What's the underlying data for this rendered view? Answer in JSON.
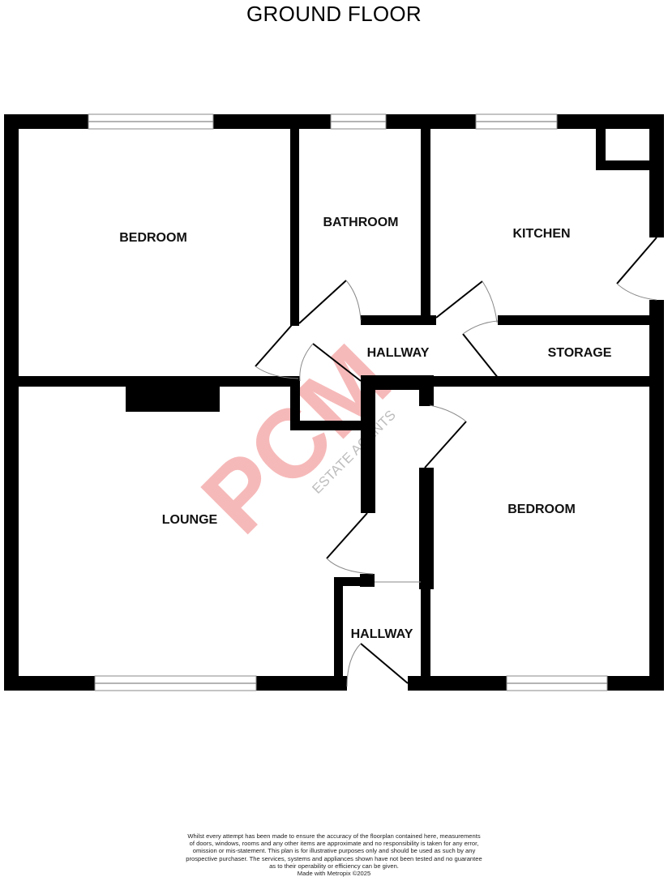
{
  "header": {
    "title": "GROUND FLOOR"
  },
  "rooms": {
    "bedroom_1": "BEDROOM",
    "bathroom": "BATHROOM",
    "kitchen": "KITCHEN",
    "hallway_main": "HALLWAY",
    "storage": "STORAGE",
    "lounge": "LOUNGE",
    "bedroom_2": "BEDROOM",
    "hallway_entrance": "HALLWAY"
  },
  "watermark": {
    "brand": "PCM",
    "tagline": "ESTATE AGENTS",
    "color": "#f08080"
  },
  "colors": {
    "wall": "#000000",
    "window_line": "#888888",
    "background": "#ffffff"
  },
  "footer": {
    "disclaimer_lines": [
      "Whilst every attempt has been made to ensure the accuracy of the floorplan contained here, measurements",
      "of doors, windows, rooms and any other items are approximate and no responsibility is taken for any error,",
      "omission or mis-statement. This plan is for illustrative purposes only and should be used as such by any",
      "prospective purchaser. The services, systems and appliances shown have not been tested and no guarantee",
      "as to their operability or efficiency can be given."
    ],
    "credit": "Made with Metropix ©2025"
  }
}
